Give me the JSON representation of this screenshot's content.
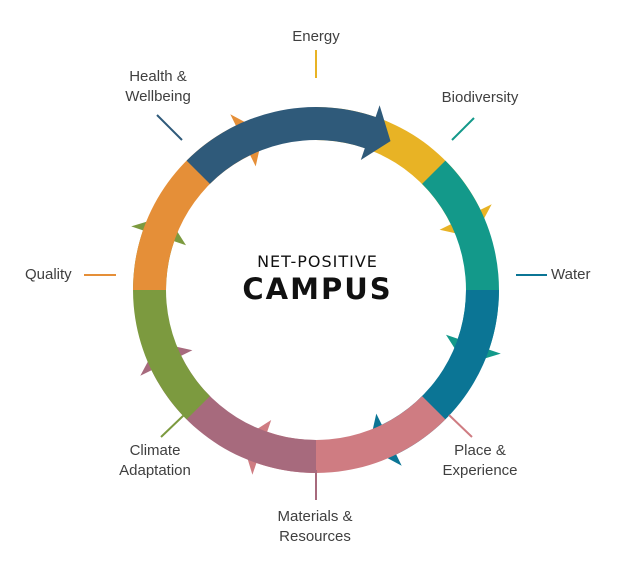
{
  "title": {
    "line1": "NET-POSITIVE",
    "line2": "CAMPUS"
  },
  "segments": [
    {
      "key": "energy",
      "label": [
        "Energy"
      ],
      "color": "#e8b325"
    },
    {
      "key": "biodiversity",
      "label": [
        "Biodiversity"
      ],
      "color": "#13998a"
    },
    {
      "key": "water",
      "label": [
        "Water"
      ],
      "color": "#0b7595"
    },
    {
      "key": "place",
      "label": [
        "Place &",
        "Experience"
      ],
      "color": "#cf7c82"
    },
    {
      "key": "materials",
      "label": [
        "Materials &",
        "Resources"
      ],
      "color": "#a76a7d"
    },
    {
      "key": "climate",
      "label": [
        "Climate",
        "Adaptation"
      ],
      "color": "#7c9a3f"
    },
    {
      "key": "quality",
      "label": [
        "Quality"
      ],
      "color": "#e58f38"
    },
    {
      "key": "health",
      "label": [
        "Health &",
        "Wellbeing"
      ],
      "color": "#2f5a7a"
    }
  ]
}
